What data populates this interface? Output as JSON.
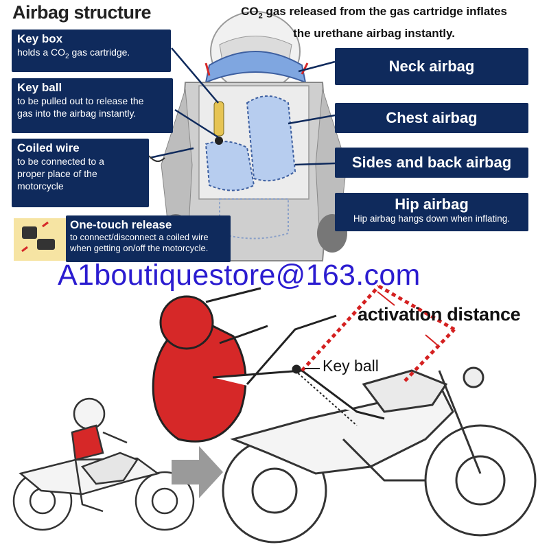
{
  "title": "Airbag structure",
  "top_caption": {
    "line1_pre": "CO",
    "line1_sub": "2",
    "line1_post": " gas released from the gas cartridge inflates",
    "line2": "the urethane airbag instantly."
  },
  "left_boxes": [
    {
      "title": "Key box",
      "desc_pre": "holds a CO",
      "desc_sub": "2",
      "desc_post": " gas cartridge."
    },
    {
      "title": "Key ball",
      "desc1": "to be pulled out to release the",
      "desc2": "gas into the airbag instantly."
    },
    {
      "title": "Coiled wire",
      "desc1": "to be connected to a",
      "desc2": "proper place of the",
      "desc3": "motorcycle"
    },
    {
      "title": "One-touch release",
      "desc1": "to connect/disconnect a coiled wire",
      "desc2": "when getting on/off the motorcycle."
    }
  ],
  "right_boxes": [
    {
      "title": "Neck airbag"
    },
    {
      "title": "Chest airbag"
    },
    {
      "title": "Sides and back airbag"
    },
    {
      "title": "Hip airbag",
      "desc": "Hip airbag hangs down when inflating."
    }
  ],
  "watermark": "A1boutiquestore@163.com",
  "activation_label": "activation distance",
  "keyball_label": "Key ball",
  "colors": {
    "box_navy": "#0f2a5c",
    "airbag_blue": "#7fa6e0",
    "airbag_red": "#d62828",
    "watermark": "#2b1cd0",
    "distance_dashes": "#d42020"
  }
}
